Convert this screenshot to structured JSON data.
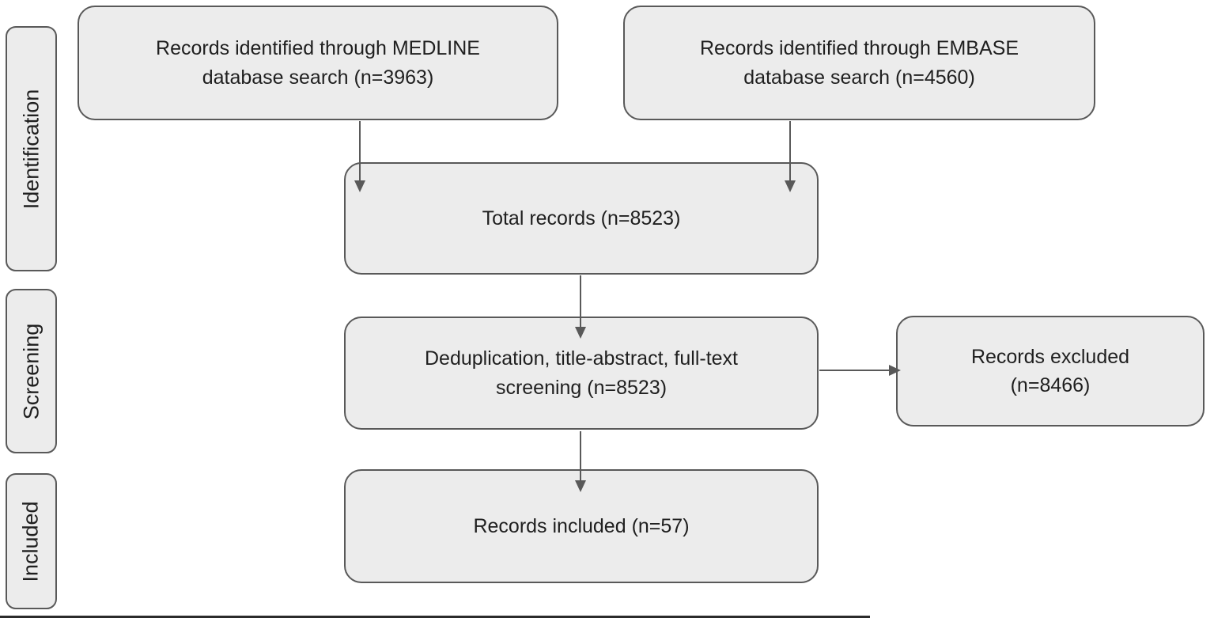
{
  "diagram": {
    "type": "prisma-flowchart",
    "stages": [
      {
        "label": "Identification"
      },
      {
        "label": "Screening"
      },
      {
        "label": "Included"
      }
    ],
    "boxes": {
      "medline": {
        "text": "Records identified through MEDLINE database search (n=3963)",
        "n": 3963
      },
      "embase": {
        "text": "Records identified through EMBASE database search (n=4560)",
        "n": 4560
      },
      "total": {
        "text": "Total records (n=8523)",
        "n": 8523
      },
      "screening": {
        "text": "Deduplication, title-abstract, full-text screening (n=8523)",
        "n": 8523
      },
      "excluded": {
        "text": "Records excluded (n=8466)",
        "n": 8466
      },
      "included": {
        "text": "Records included (n=57)",
        "n": 57
      }
    },
    "colors": {
      "box_fill": "#ececec",
      "box_border": "#595959",
      "arrow": "#595959",
      "text": "#1f1f1f",
      "bottom_rule": "#2b2b2b"
    }
  }
}
